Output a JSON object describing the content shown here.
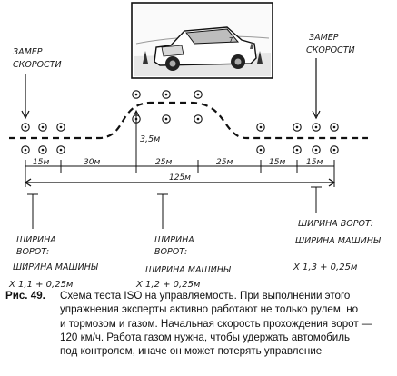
{
  "labels": {
    "speed_left": [
      "ЗАМЕР",
      "СКОРОСТИ"
    ],
    "speed_right": [
      "ЗАМЕР",
      "СКОРОСТИ"
    ],
    "seg_15_left": "15м",
    "seg_30": "30м",
    "seg_25_mid": "25м",
    "seg_25_right": "25м",
    "seg_15_r1": "15м",
    "seg_15_r2": "15м",
    "offset": "3,5м",
    "total": "125м",
    "gate_left": [
      "ШИРИНА",
      "ВОРОТ:",
      "ШИРИНА МАШИНЫ",
      "Х 1,1 + 0,25м"
    ],
    "gate_mid": [
      "ШИРИНА",
      "ВОРОТ:",
      "ШИРИНА МАШИНЫ",
      "Х 1,2 + 0,25м"
    ],
    "gate_right": [
      "ШИРИНА ВОРОТ:",
      "ШИРИНА МАШИНЫ",
      "Х 1,3 + 0,25м"
    ]
  },
  "caption": {
    "label": "Рис. 49.",
    "lines": [
      "Схема теста ISO на управляемость. При выполнении этого",
      "упражнения эксперты активно работают не только рулем, но",
      "и тормозом и газом. Начальная скорость прохождения ворот —",
      "120 км/ч. Работа газом нужна, чтобы удержать автомобиль",
      "под контролем, иначе он может потерять управление"
    ]
  },
  "colors": {
    "ink": "#1a1a1a",
    "paper": "#ffffff"
  }
}
